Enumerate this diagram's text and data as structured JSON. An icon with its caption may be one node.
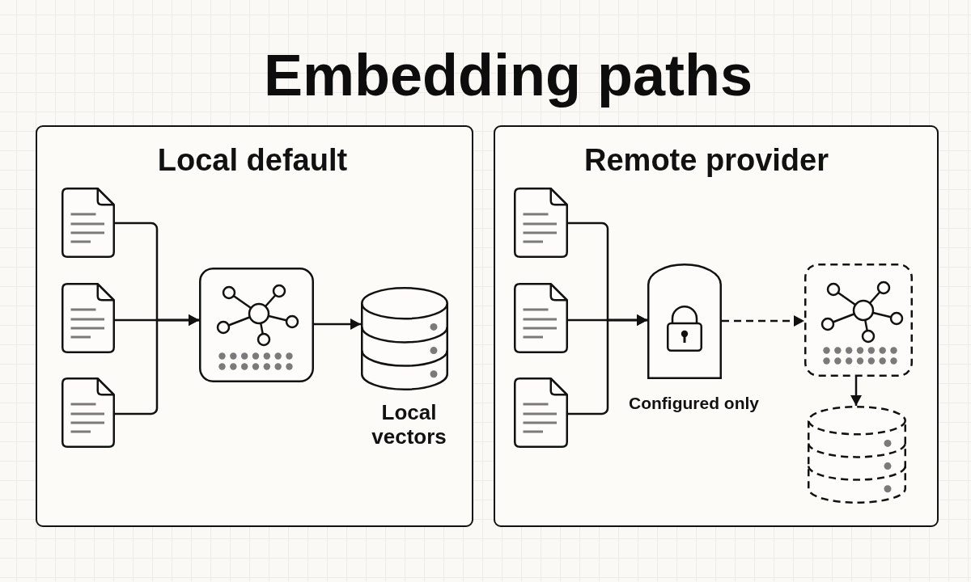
{
  "diagram": {
    "title": "Embedding paths",
    "nodes": [
      {
        "text": [
          "Local default"
        ]
      },
      {
        "text": [],
        "shape": "document",
        "in": 0
      },
      {
        "text": [],
        "shape": "document",
        "in": 0
      },
      {
        "text": [],
        "shape": "document",
        "in": 0
      },
      {
        "text": [],
        "shape": "box",
        "in": 0
      },
      {
        "text": [
          "Local vectors"
        ],
        "in": 0
      },
      {
        "text": [
          "Remote provider"
        ]
      },
      {
        "text": [],
        "shape": "document",
        "in": 6
      },
      {
        "text": [],
        "shape": "document",
        "in": 6
      },
      {
        "text": [],
        "shape": "document",
        "in": 6
      },
      {
        "text": [
          "Configured only"
        ],
        "in": 6
      },
      {
        "text": [],
        "shape": "box",
        "in": 6
      },
      {
        "text": [],
        "shape": "cylinder",
        "in": 6
      }
    ],
    "edges": [
      {
        "from": 1,
        "to": 4,
        "arrow": "to"
      },
      {
        "from": 2,
        "to": 4,
        "arrow": "to"
      },
      {
        "from": 3,
        "to": 4,
        "arrow": "to"
      },
      {
        "from": 4,
        "to": 5,
        "arrow": "to"
      },
      {
        "from": 7,
        "to": 10,
        "arrow": "to"
      },
      {
        "from": 8,
        "to": 10,
        "arrow": "to"
      },
      {
        "from": 9,
        "to": 10,
        "arrow": "to"
      },
      {
        "from": 10,
        "to": 11,
        "arrow": "to",
        "style": "dashed"
      },
      {
        "from": 11,
        "to": 12,
        "arrow": "to"
      }
    ]
  }
}
